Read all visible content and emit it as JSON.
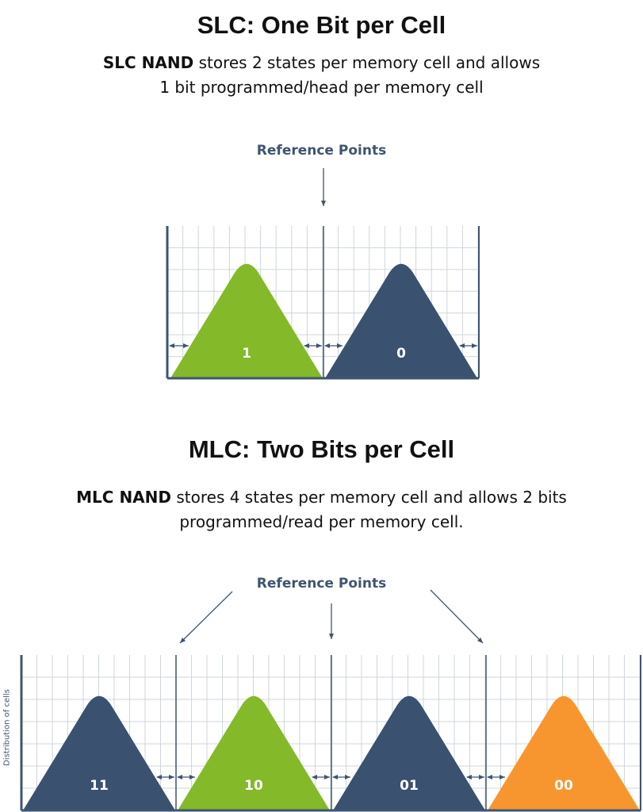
{
  "slc": {
    "title": "SLC: One Bit per Cell",
    "desc_bold": "SLC NAND",
    "desc_rest_line1": " stores 2 states per memory cell and allows",
    "desc_line2": "1 bit programmed/head per memory cell",
    "reference_label": "Reference Points",
    "states": [
      {
        "label": "1",
        "color": "#84b929"
      },
      {
        "label": "0",
        "color": "#3a5170"
      }
    ]
  },
  "mlc": {
    "title": "MLC: Two Bits per Cell",
    "desc_bold": "MLC NAND",
    "desc_rest_line1": " stores 4 states per memory cell and allows 2 bits",
    "desc_line2": "programmed/read per memory cell.",
    "reference_label": "Reference Points",
    "y_axis_label": "Distribution of cells",
    "states": [
      {
        "label": "11",
        "color": "#3a5170"
      },
      {
        "label": "10",
        "color": "#84b929"
      },
      {
        "label": "01",
        "color": "#3a5170"
      },
      {
        "label": "00",
        "color": "#f7962f"
      }
    ]
  },
  "colors": {
    "axis": "#3e5570",
    "grid": "#cfd6de",
    "text": "#111111"
  }
}
